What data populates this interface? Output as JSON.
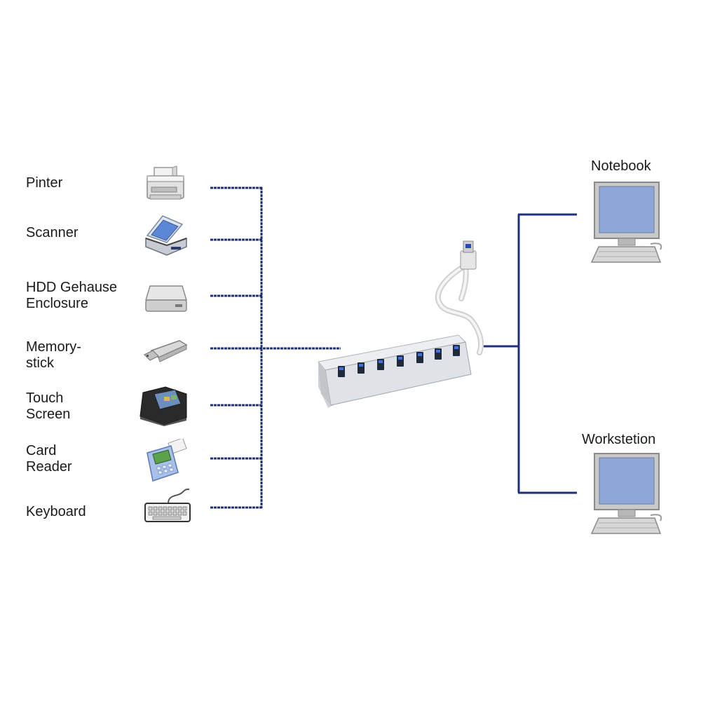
{
  "devices": [
    {
      "label": "Pinter",
      "icon": "printer-icon"
    },
    {
      "label": "Scanner",
      "icon": "scanner-icon"
    },
    {
      "label": "HDD Gehause\nEnclosure",
      "icon": "hdd-enclosure-icon"
    },
    {
      "label": "Memory-\nstick",
      "icon": "usb-stick-icon"
    },
    {
      "label": "Touch\nScreen",
      "icon": "touch-screen-terminal-icon"
    },
    {
      "label": "Card\nReader",
      "icon": "card-reader-icon"
    },
    {
      "label": "Keyboard",
      "icon": "keyboard-icon"
    }
  ],
  "hub": {
    "icon": "usb-hub-icon",
    "port_count": 7
  },
  "computers": [
    {
      "label": "Notebook",
      "icon": "computer-icon"
    },
    {
      "label": "Workstetion",
      "icon": "computer-icon"
    }
  ],
  "colors": {
    "wire": "#1f2f7a",
    "screen": "#8fa7d8"
  }
}
